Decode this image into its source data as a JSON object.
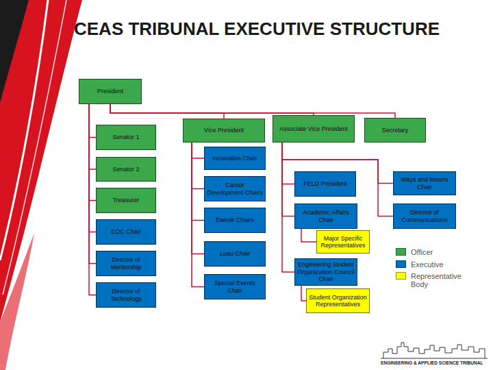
{
  "diagram": {
    "title": "CEAS TRIBUNAL EXECUTIVE STRUCTURE",
    "nodes": [
      {
        "text": [
          "President"
        ]
      },
      {
        "text": [
          "Vice President"
        ]
      },
      {
        "text": [
          "Associate Vice President"
        ]
      },
      {
        "text": [
          "Secretary"
        ]
      },
      {
        "text": [
          "Senator 1"
        ]
      },
      {
        "text": [
          "Senator 2"
        ]
      },
      {
        "text": [
          "Treasurer"
        ]
      },
      {
        "text": [
          "EOC Chair"
        ]
      },
      {
        "text": [
          "Director of Mentorship"
        ]
      },
      {
        "text": [
          "Director of Technology"
        ]
      },
      {
        "text": [
          "Innovation Chair"
        ]
      },
      {
        "text": [
          "Career Development Chairs"
        ]
      },
      {
        "text": [
          "Eweek Chairs"
        ]
      },
      {
        "text": [
          "Luau Chair"
        ]
      },
      {
        "text": [
          "Special Events Chair"
        ]
      },
      {
        "text": [
          "FELD President"
        ]
      },
      {
        "text": [
          "Academic Affairs Chair"
        ]
      },
      {
        "text": [
          "Major Specific Representatives"
        ]
      },
      {
        "text": [
          "Engineering Student Organization Council Chair"
        ]
      },
      {
        "text": [
          "Student Organization Representatives"
        ]
      },
      {
        "text": [
          "Ways and Means Chair"
        ]
      },
      {
        "text": [
          "Director of Communications"
        ]
      }
    ],
    "edges": [
      {
        "from": 0,
        "to": 1,
        "arrow": "none"
      },
      {
        "from": 0,
        "to": 2,
        "arrow": "none"
      },
      {
        "from": 0,
        "to": 3,
        "arrow": "none"
      },
      {
        "from": 0,
        "to": 4,
        "arrow": "none"
      },
      {
        "from": 0,
        "to": 5,
        "arrow": "none"
      },
      {
        "from": 0,
        "to": 6,
        "arrow": "none"
      },
      {
        "from": 0,
        "to": 7,
        "arrow": "none"
      },
      {
        "from": 0,
        "to": 8,
        "arrow": "none"
      },
      {
        "from": 0,
        "to": 9,
        "arrow": "none"
      },
      {
        "from": 1,
        "to": 10,
        "arrow": "none"
      },
      {
        "from": 1,
        "to": 11,
        "arrow": "none"
      },
      {
        "from": 1,
        "to": 12,
        "arrow": "none"
      },
      {
        "from": 1,
        "to": 13,
        "arrow": "none"
      },
      {
        "from": 1,
        "to": 14,
        "arrow": "none"
      },
      {
        "from": 2,
        "to": 15,
        "arrow": "none"
      },
      {
        "from": 2,
        "to": 16,
        "arrow": "none"
      },
      {
        "from": 2,
        "to": 18,
        "arrow": "none"
      },
      {
        "from": 2,
        "to": 20,
        "arrow": "none"
      },
      {
        "from": 2,
        "to": 21,
        "arrow": "none"
      },
      {
        "from": 16,
        "to": 17,
        "arrow": "none"
      },
      {
        "from": 18,
        "to": 19,
        "arrow": "none"
      }
    ],
    "labels": [
      "ENGINEERING & APPLIED SCIENCE TRIBUNAL"
    ],
    "legend": [
      {
        "text": "Officer",
        "color": "#3aa84b"
      },
      {
        "text": "Executive",
        "color": "#0070c0"
      },
      {
        "text": "Representative Body",
        "color": "#ffff00"
      }
    ]
  }
}
